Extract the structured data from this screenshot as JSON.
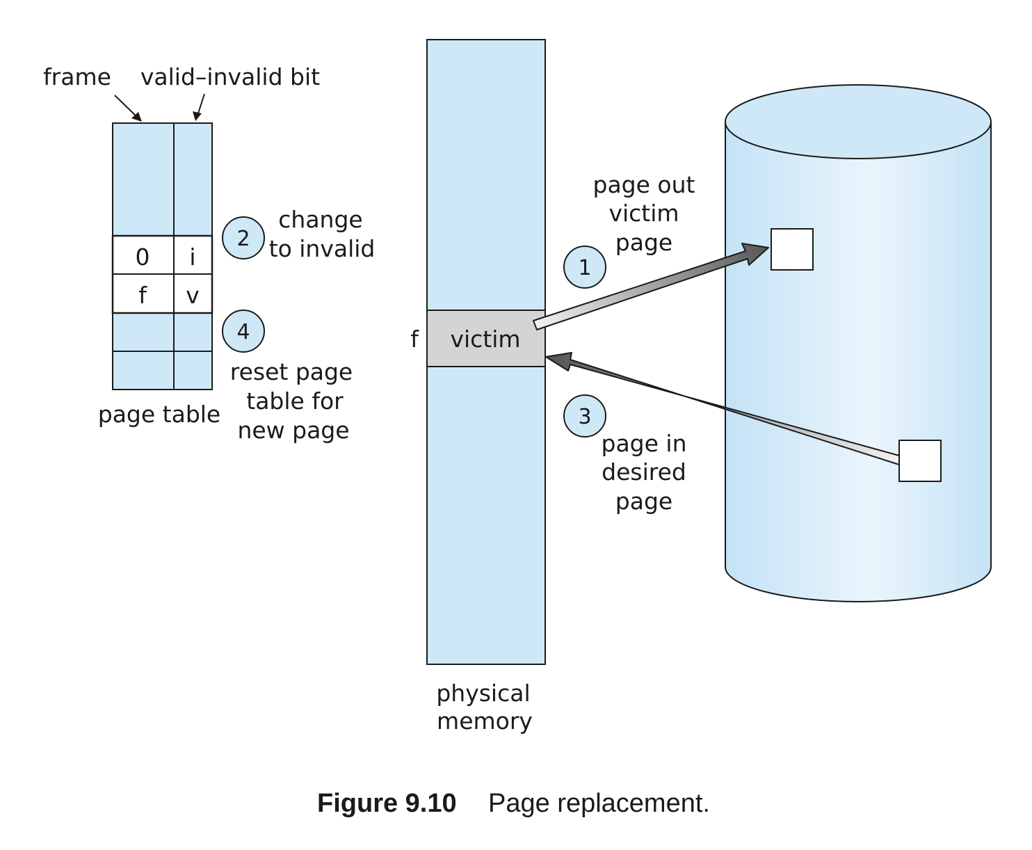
{
  "page_table": {
    "frame_label": "frame",
    "valid_label": "valid–invalid bit",
    "title": "page table",
    "rows": [
      {
        "frame": "0",
        "bit": "i"
      },
      {
        "frame": "f",
        "bit": "v"
      }
    ]
  },
  "steps": {
    "s1": {
      "num": "1",
      "lines": [
        "page out",
        "victim",
        "page"
      ]
    },
    "s2": {
      "num": "2",
      "lines": [
        "change",
        "to invalid"
      ]
    },
    "s3": {
      "num": "3",
      "lines": [
        "page in",
        "desired",
        "page"
      ]
    },
    "s4": {
      "num": "4",
      "lines": [
        "reset page",
        "table for",
        "new page"
      ]
    }
  },
  "memory": {
    "frame_label": "f",
    "victim_label": "victim",
    "title": [
      "physical",
      "memory"
    ]
  },
  "caption": {
    "number": "Figure 9.10",
    "text": "Page replacement."
  },
  "colors": {
    "fill_light_blue": "#cfe8f8",
    "victim_gray": "#d4d4d4",
    "outline": "#1a1a1a"
  }
}
